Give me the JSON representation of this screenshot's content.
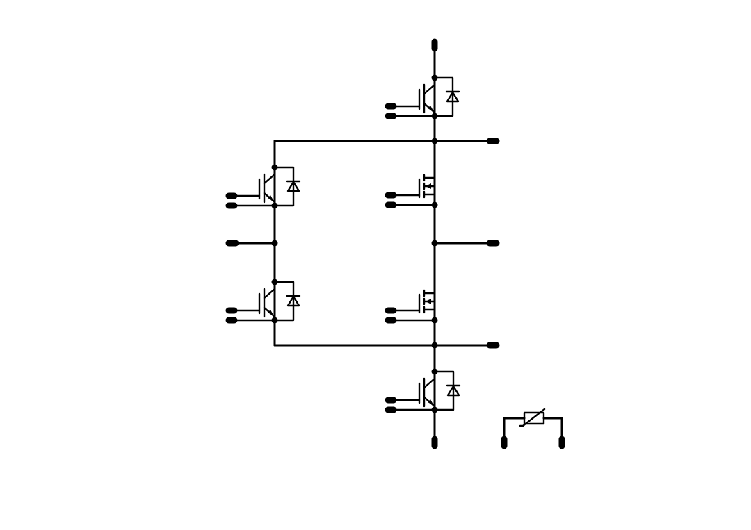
{
  "diagram": {
    "kind": "power-module-schematic",
    "colors": {
      "background": "#ffffff",
      "ink": "#000000"
    },
    "devices": [
      {
        "id": "q-top",
        "type": "igbt-with-diode",
        "position": "top-center"
      },
      {
        "id": "q-left-upper",
        "type": "igbt-with-diode",
        "position": "left-upper"
      },
      {
        "id": "q-left-lower",
        "type": "igbt-with-diode",
        "position": "left-lower"
      },
      {
        "id": "q-mosfet-upper",
        "type": "mosfet",
        "position": "center-upper"
      },
      {
        "id": "q-mosfet-lower",
        "type": "mosfet",
        "position": "center-lower"
      },
      {
        "id": "q-bottom",
        "type": "igbt-with-diode",
        "position": "bottom-center"
      },
      {
        "id": "ntc",
        "type": "thermistor",
        "position": "bottom-right"
      }
    ]
  }
}
